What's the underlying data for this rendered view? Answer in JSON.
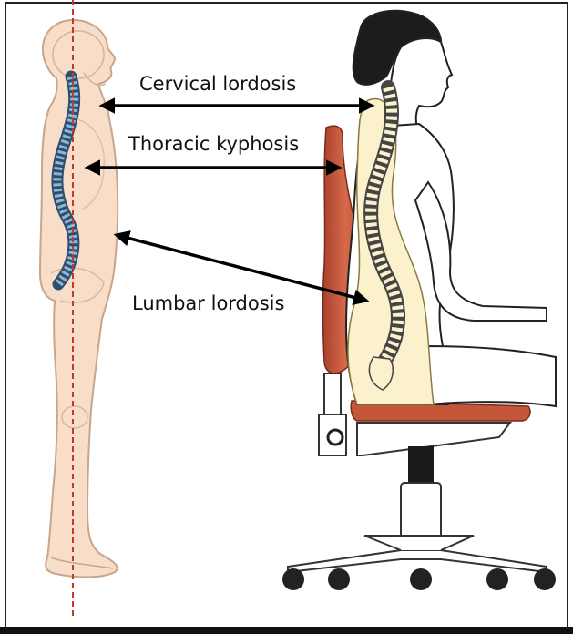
{
  "labels": {
    "cervical": "Cervical lordosis",
    "thoracic": "Thoracic kyphosis",
    "lumbar": "Lumbar lordosis"
  },
  "colors": {
    "skin": "#f8ddc8",
    "skin_outline": "#c9a58c",
    "spine_blue": "#2e4f6e",
    "spine_light": "#8fb6d2",
    "plumb_line": "#c0392b",
    "chair_red": "#c4563a",
    "spine_cream": "#fbf1cc",
    "chair_base": "#2a2a2a",
    "arrow": "#000000"
  }
}
